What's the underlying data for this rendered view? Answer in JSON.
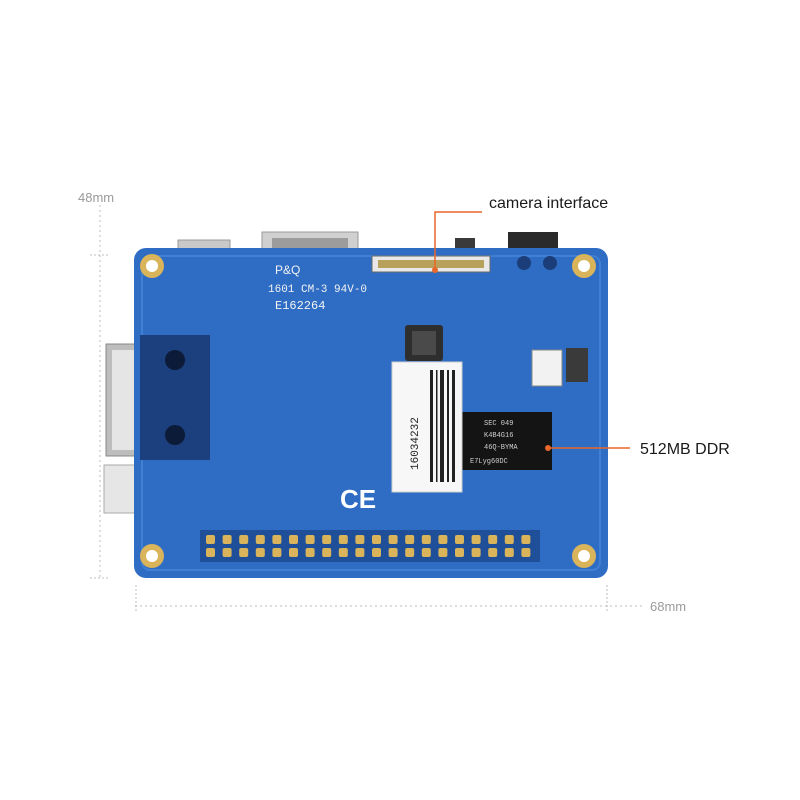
{
  "dimensions": {
    "height_label": "48mm",
    "width_label": "68mm"
  },
  "callouts": {
    "camera": "camera interface",
    "ddr": "512MB DDR"
  },
  "board_text": {
    "brand": "P&Q",
    "mark_line": "1601 CM-3 94V-0",
    "cert_code": "E162264",
    "ce_mark": "CE",
    "sticker_code": "16034232",
    "chip_line1": "SEC 049",
    "chip_line2": "K4B4G16",
    "chip_line3": "46Q-BYMA",
    "chip_line4": "E7Lyg60DC"
  },
  "colors": {
    "pcb": "#2f6dc4",
    "pcb_dark": "#1f4f98",
    "accent": "#e8672a",
    "gold": "#d9b45a"
  }
}
